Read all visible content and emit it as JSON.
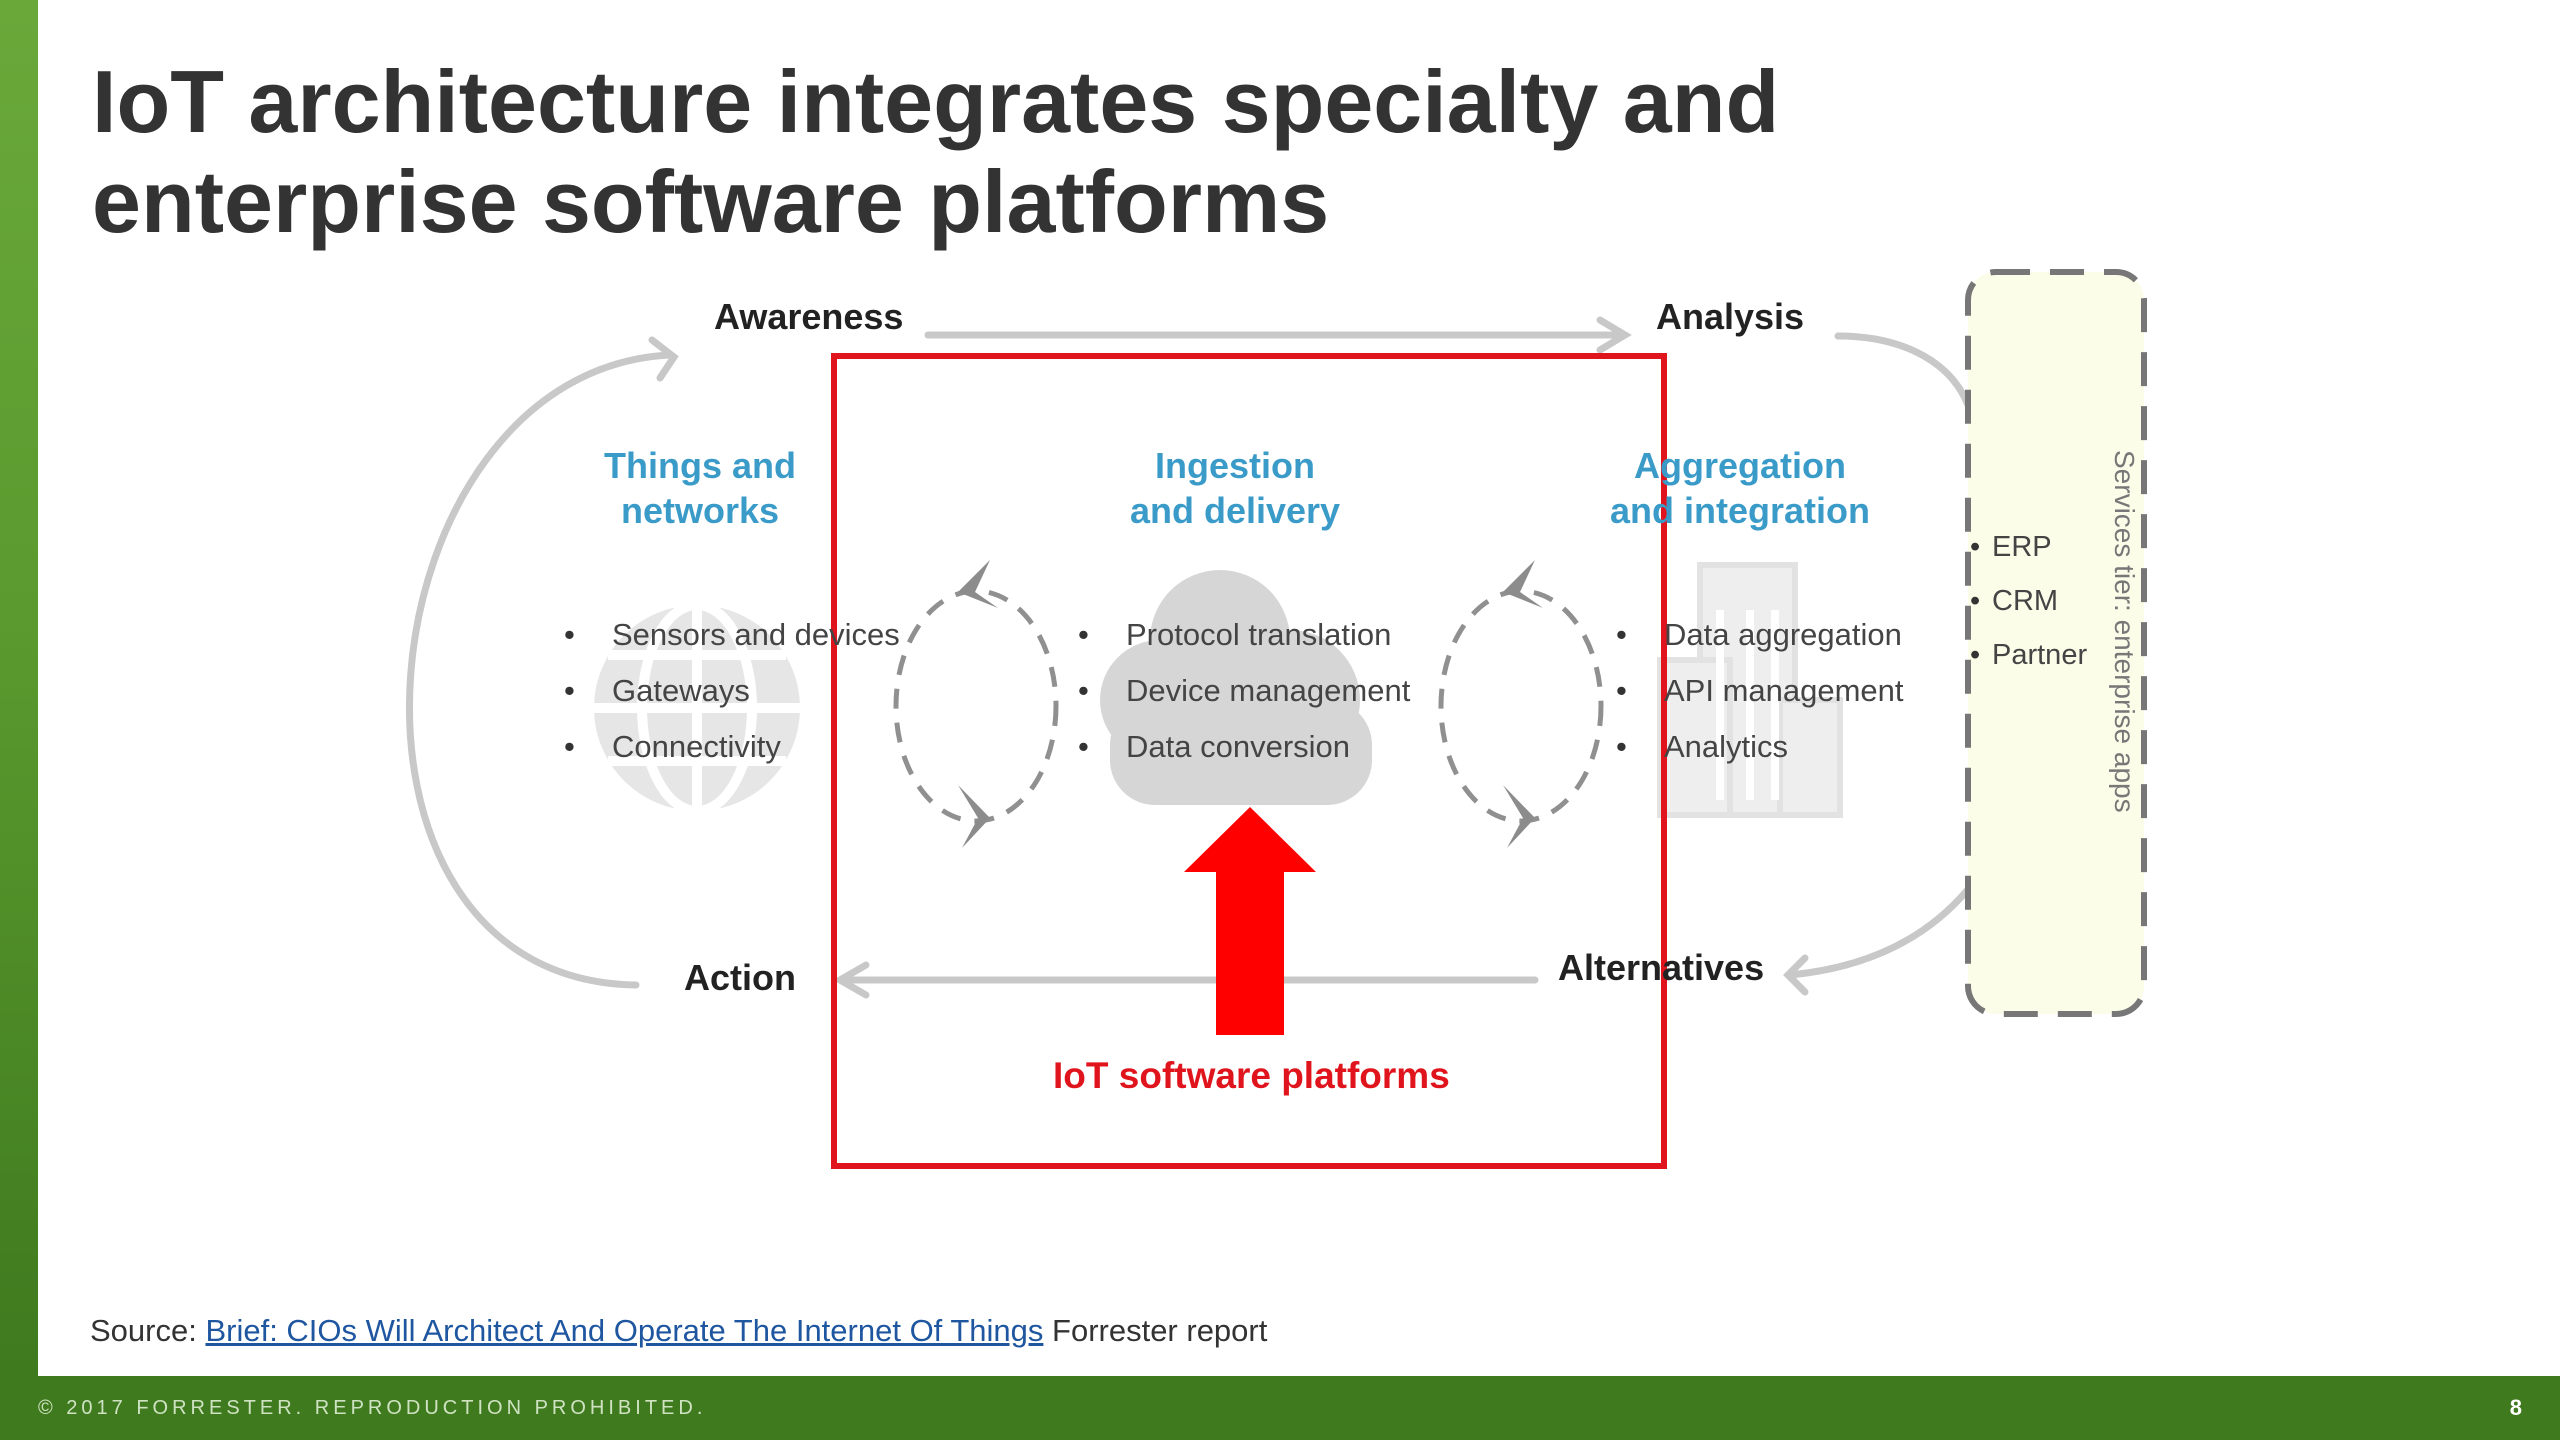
{
  "slide": {
    "title": "IoT architecture integrates specialty and enterprise software platforms",
    "page_number": "8",
    "footer": "© 2017 FORRESTER. REPRODUCTION PROHIBITED."
  },
  "cycle": {
    "awareness": "Awareness",
    "analysis": "Analysis",
    "action": "Action",
    "alternatives": "Alternatives"
  },
  "columns": [
    {
      "title": "Things and\nnetworks",
      "items": [
        "Sensors and devices",
        "Gateways",
        "Connectivity"
      ],
      "icon": "globe-icon"
    },
    {
      "title": "Ingestion\nand delivery",
      "items": [
        "Protocol translation",
        "Device management",
        "Data conversion"
      ],
      "icon": "cloud-icon"
    },
    {
      "title": "Aggregation\nand integration",
      "items": [
        "Data aggregation",
        "API management",
        "Analytics"
      ],
      "icon": "buildings-icon"
    }
  ],
  "services": {
    "label": "Services tier: enterprise apps",
    "items": [
      "ERP",
      "CRM",
      "Partner"
    ]
  },
  "platform": {
    "label": "IoT software platforms"
  },
  "source": {
    "prefix": "Source: ",
    "link_text": "Brief: CIOs Will Architect And Operate The Internet Of Things",
    "suffix": " Forrester report"
  },
  "colors": {
    "title": "#333333",
    "category": "#3a9bc9",
    "highlight": "#e0141c",
    "brand_green": "#3f7a1f",
    "services_fill": "#fbfde8",
    "arrow_gray": "#c8c8c8"
  }
}
